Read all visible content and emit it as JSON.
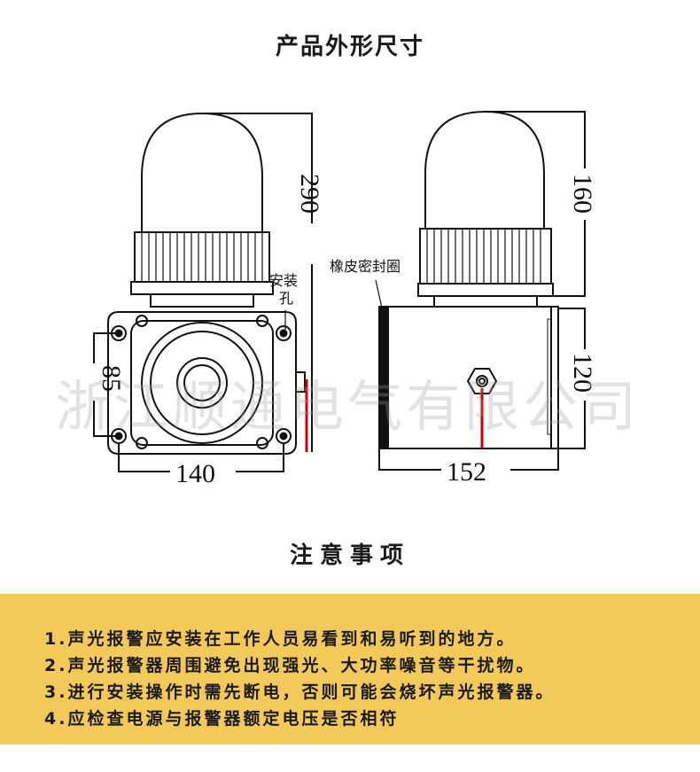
{
  "header": {
    "title": "产品外形尺寸"
  },
  "dimensions": {
    "height_total": "290",
    "height_lamp": "160",
    "base_depth": "85",
    "base_width": "140",
    "body_width": "152",
    "body_height": "120"
  },
  "labels": {
    "mount_hole_line1": "安装",
    "mount_hole_line2": "孔",
    "rubber_seal": "橡皮密封圈"
  },
  "watermark": "浙江顺通电气有限公司",
  "notes": {
    "title": "注意事项",
    "items": [
      "1.声光报警应安装在工作人员易看到和易听到的地方。",
      "2.声光报警器周围避免出现强光、大功率噪音等干扰物。",
      "3.进行安装操作时需先断电，否则可能会烧坏声光报警器。",
      "4.应检查电源与报警器额定电压是否相符"
    ]
  },
  "colors": {
    "panel": "#f3c95a",
    "accent": "#cc0000"
  }
}
